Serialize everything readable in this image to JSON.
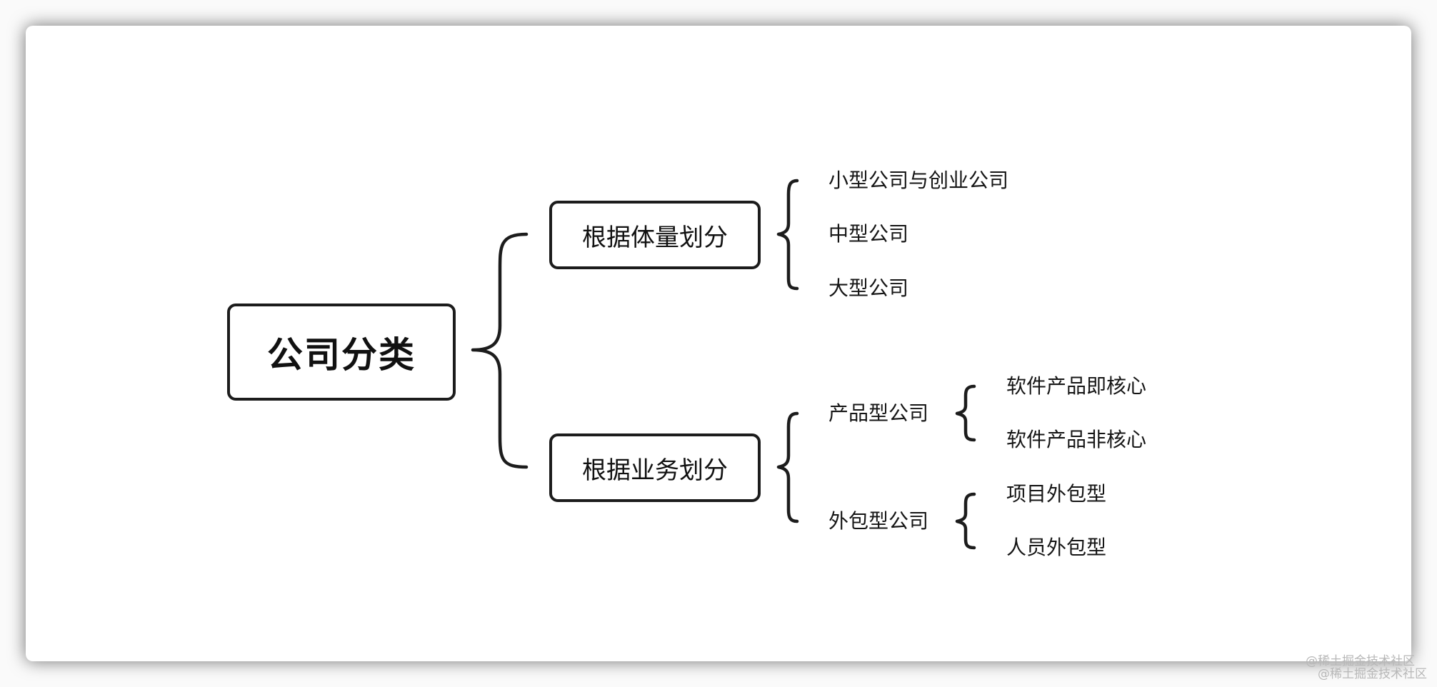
{
  "diagram": {
    "root": {
      "label": "公司分类"
    },
    "branches": [
      {
        "label": "根据体量划分",
        "children": [
          {
            "label": "小型公司与创业公司"
          },
          {
            "label": "中型公司"
          },
          {
            "label": "大型公司"
          }
        ]
      },
      {
        "label": "根据业务划分",
        "children": [
          {
            "label": "产品型公司",
            "children": [
              {
                "label": "软件产品即核心"
              },
              {
                "label": "软件产品非核心"
              }
            ]
          },
          {
            "label": "外包型公司",
            "children": [
              {
                "label": "项目外包型"
              },
              {
                "label": "人员外包型"
              }
            ]
          }
        ]
      }
    ]
  },
  "watermark": {
    "line1": "@稀土掘金技术社区",
    "line2": "@稀土掘金技术社区"
  },
  "colors": {
    "stroke": "#1c1c1c",
    "card": "#ffffff",
    "background": "#fafafa"
  }
}
